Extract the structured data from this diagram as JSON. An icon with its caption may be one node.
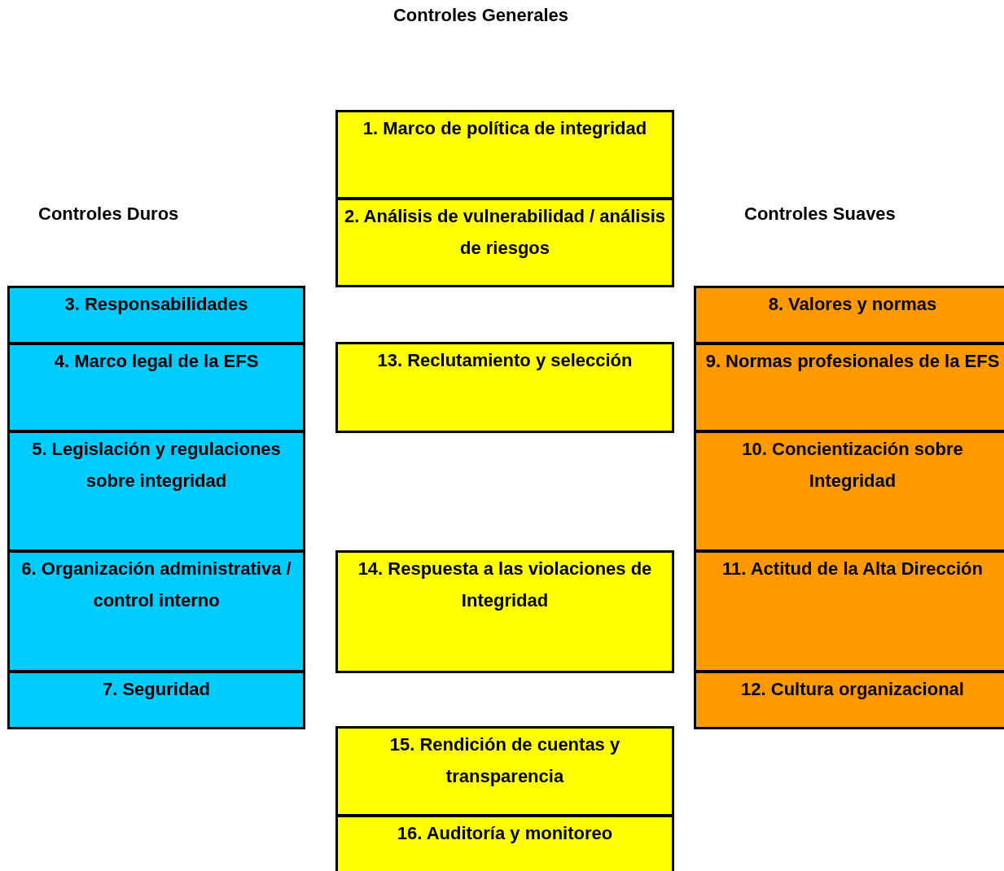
{
  "diagram": {
    "title": "Controles Generales",
    "nodes": [
      {
        "text": [
          "1. Marco de política de integridad"
        ]
      },
      {
        "text": [
          "2. Análisis de vulnerabilidad / análisis de riesgos"
        ]
      },
      {
        "text": [
          "3. Responsabilidades"
        ]
      },
      {
        "text": [
          "4. Marco legal de la EFS"
        ]
      },
      {
        "text": [
          "5. Legislación y regulaciones sobre integridad"
        ]
      },
      {
        "text": [
          "6. Organización administrativa / control interno"
        ]
      },
      {
        "text": [
          "7. Seguridad"
        ]
      },
      {
        "text": [
          "8. Valores y normas"
        ]
      },
      {
        "text": [
          "9. Normas profesionales de la EFS"
        ]
      },
      {
        "text": [
          "10. Concientización sobre Integridad"
        ]
      },
      {
        "text": [
          "11. Actitud de la Alta Dirección"
        ]
      },
      {
        "text": [
          "12. Cultura organizacional"
        ]
      },
      {
        "text": [
          "13. Reclutamiento y selección"
        ]
      },
      {
        "text": [
          "14. Respuesta a las violaciones de Integridad"
        ]
      },
      {
        "text": [
          "15. Rendición de cuentas y transparencia"
        ]
      },
      {
        "text": [
          "16. Auditoría y monitoreo"
        ]
      }
    ],
    "labels": [
      "Controles Duros",
      "Controles Suaves"
    ]
  }
}
